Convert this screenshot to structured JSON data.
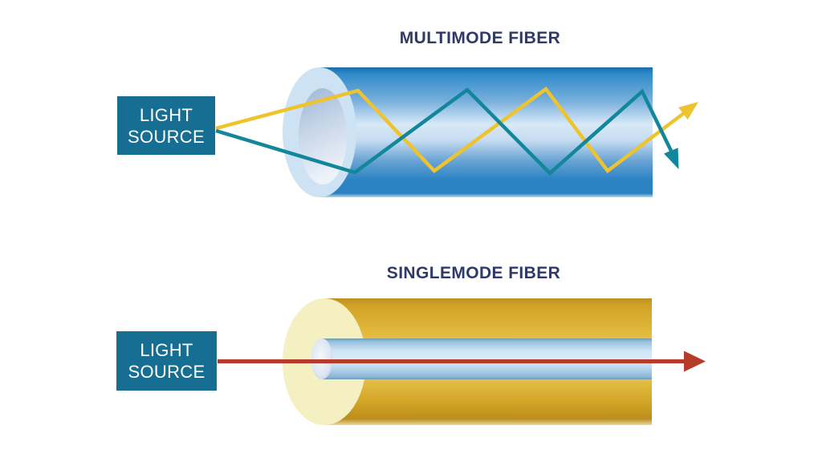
{
  "multimode": {
    "title": "MULTIMODE FIBER",
    "light_source": {
      "line1": "LIGHT",
      "line2": "SOURCE"
    }
  },
  "singlemode": {
    "title": "SINGLEMODE FIBER",
    "light_source": {
      "line1": "LIGHT",
      "line2": "SOURCE"
    }
  },
  "colors": {
    "background": "#ffffff",
    "title_text": "#2f3a68",
    "light_source_box": "#166f92",
    "light_source_text": "#ffffff",
    "ray_yellow": "#eec32d",
    "ray_teal": "#12869a",
    "ray_red": "#b63b2a",
    "multimode_body": "#2d84c4",
    "multimode_body_highlight": "#d8e9f7",
    "multimode_cladding_face": "#cde3f3",
    "singlemode_body": "#d2a527",
    "singlemode_body_highlight": "#ecca58",
    "singlemode_cladding_face": "#f4f0c2",
    "singlemode_core": "#a9cbe7"
  }
}
